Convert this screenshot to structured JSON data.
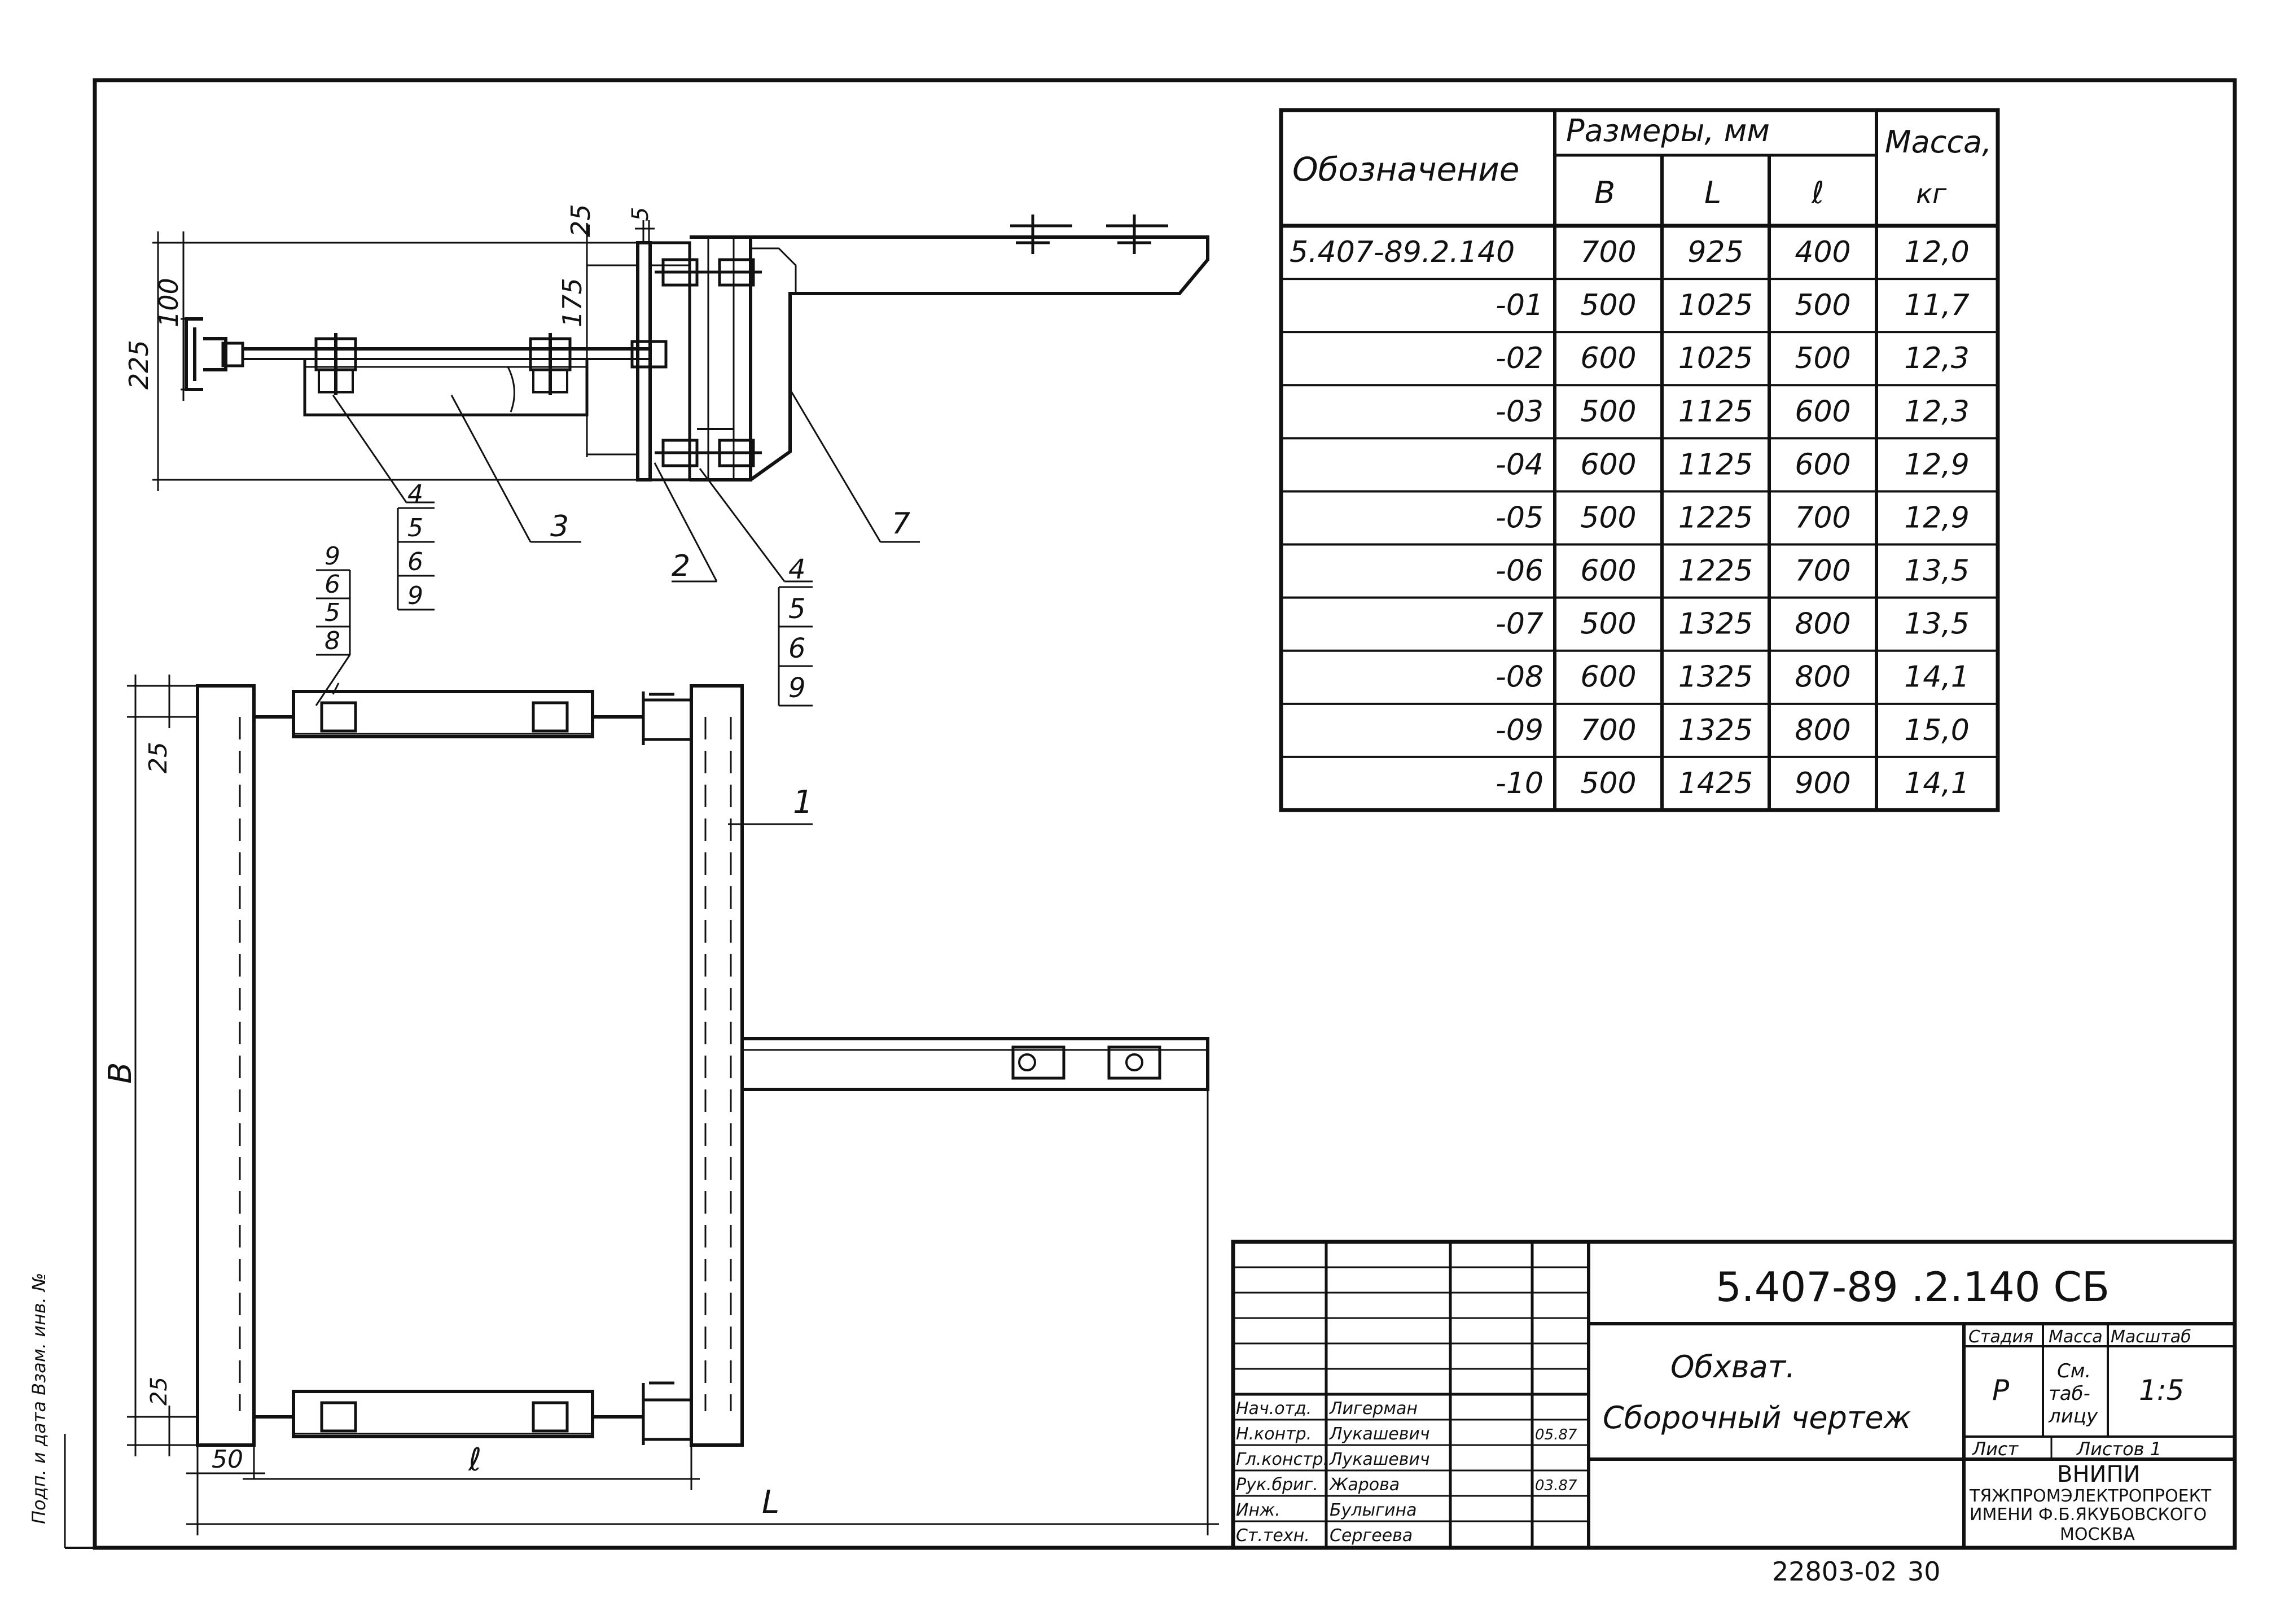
{
  "spec_table": {
    "headers": {
      "designation": "Обозначение",
      "dimensions": "Размеры, мм",
      "col_B": "B",
      "col_L": "L",
      "col_l": "ℓ",
      "mass": "Масса,",
      "mass_unit": "кг"
    },
    "rows": [
      {
        "designation": "5.407-89.2.140",
        "B": "700",
        "L": "925",
        "l": "400",
        "mass": "12,0"
      },
      {
        "designation": "-01",
        "B": "500",
        "L": "1025",
        "l": "500",
        "mass": "11,7"
      },
      {
        "designation": "-02",
        "B": "600",
        "L": "1025",
        "l": "500",
        "mass": "12,3"
      },
      {
        "designation": "-03",
        "B": "500",
        "L": "1125",
        "l": "600",
        "mass": "12,3"
      },
      {
        "designation": "-04",
        "B": "600",
        "L": "1125",
        "l": "600",
        "mass": "12,9"
      },
      {
        "designation": "-05",
        "B": "500",
        "L": "1225",
        "l": "700",
        "mass": "12,9"
      },
      {
        "designation": "-06",
        "B": "600",
        "L": "1225",
        "l": "700",
        "mass": "13,5"
      },
      {
        "designation": "-07",
        "B": "500",
        "L": "1325",
        "l": "800",
        "mass": "13,5"
      },
      {
        "designation": "-08",
        "B": "600",
        "L": "1325",
        "l": "800",
        "mass": "14,1"
      },
      {
        "designation": "-09",
        "B": "700",
        "L": "1325",
        "l": "800",
        "mass": "15,0"
      },
      {
        "designation": "-10",
        "B": "500",
        "L": "1425",
        "l": "900",
        "mass": "14,1"
      }
    ]
  },
  "dimensions": {
    "d25_top": "25",
    "d5": "5",
    "d100": "100",
    "d175": "175",
    "d225": "225",
    "d25_left_top": "25",
    "d25_left_bottom": "25",
    "dB": "B",
    "d50": "50",
    "dl": "ℓ",
    "dL": "L"
  },
  "callouts": {
    "c3": "3",
    "c2": "2",
    "c7": "7",
    "c1": "1",
    "stack_a": [
      "4",
      "5",
      "6",
      "9"
    ],
    "stack_b": [
      "4",
      "5",
      "6",
      "9"
    ],
    "stack_c": [
      "9",
      "6",
      "5",
      "8"
    ]
  },
  "title_block": {
    "doc_number": "5.407-89 .2.140 СБ",
    "title_line1": "Обхват.",
    "title_line2": "Сборочный чертеж",
    "stage_label": "Стадия",
    "mass_label": "Масса",
    "scale_label": "Масштаб",
    "stage_value": "Р",
    "mass_value_1": "См.",
    "mass_value_2": "таб-",
    "mass_value_3": "лицу",
    "scale_value": "1:5",
    "sheet_label": "Лист",
    "sheets_label": "Листов 1",
    "org_line1": "ВНИПИ",
    "org_line2": "ТЯЖПРОМЭЛЕКТРОПРОЕКТ",
    "org_line3": "ИМЕНИ Ф.Б.ЯКУБОВСКОГО",
    "org_line4": "МОСКВА",
    "roles": [
      {
        "role": "Нач.отд.",
        "name": "Лигерман",
        "date": ""
      },
      {
        "role": "Н.контр.",
        "name": "Лукашевич",
        "date": "05.87"
      },
      {
        "role": "Гл.констр.",
        "name": "Лукашевич",
        "date": ""
      },
      {
        "role": "Рук.бриг.",
        "name": "Жарова",
        "date": "03.87"
      },
      {
        "role": "Инж.",
        "name": "Булыгина",
        "date": ""
      },
      {
        "role": "Ст.техн.",
        "name": "Сергеева",
        "date": ""
      }
    ]
  },
  "footer": {
    "archive_number": "22803-02",
    "page_number": "30"
  },
  "margin_text": "Подп. и дата   Взам. инв. №"
}
